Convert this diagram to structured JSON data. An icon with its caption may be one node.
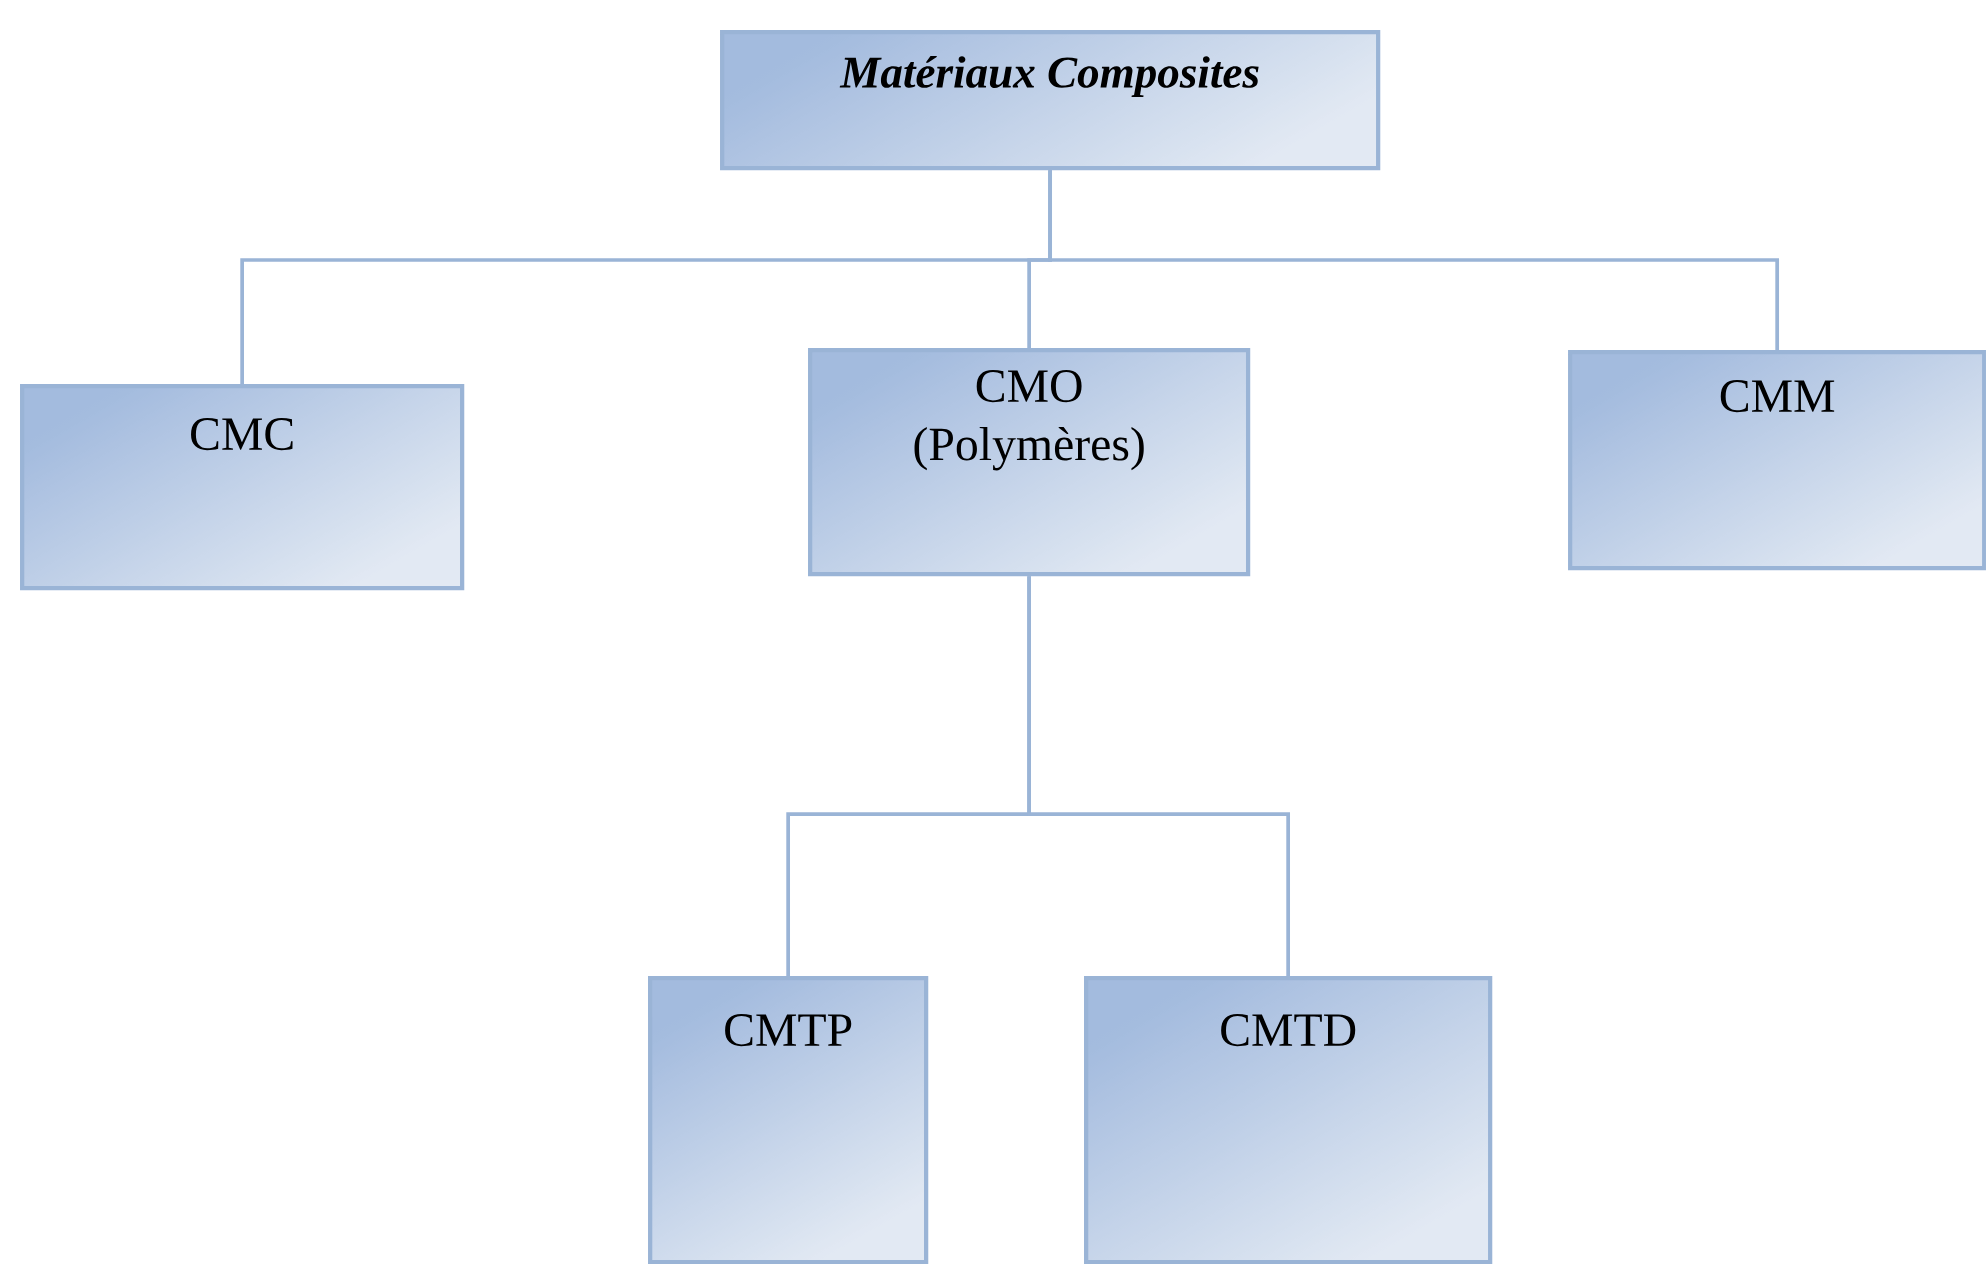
{
  "diagram": {
    "nodes": [
      {
        "text": [
          "Matériaux Composites"
        ]
      },
      {
        "text": [
          "CMC"
        ]
      },
      {
        "text": [
          "CMO (Polymères)"
        ]
      },
      {
        "text": [
          "CMM"
        ]
      },
      {
        "text": [
          "CMTP"
        ]
      },
      {
        "text": [
          "CMTD"
        ]
      }
    ],
    "edges": [
      {
        "from": 0,
        "to": 1,
        "arrow": "none"
      },
      {
        "from": 0,
        "to": 2,
        "arrow": "none"
      },
      {
        "from": 0,
        "to": 3,
        "arrow": "none"
      },
      {
        "from": 2,
        "to": 4,
        "arrow": "none"
      },
      {
        "from": 2,
        "to": 5,
        "arrow": "none"
      }
    ]
  }
}
